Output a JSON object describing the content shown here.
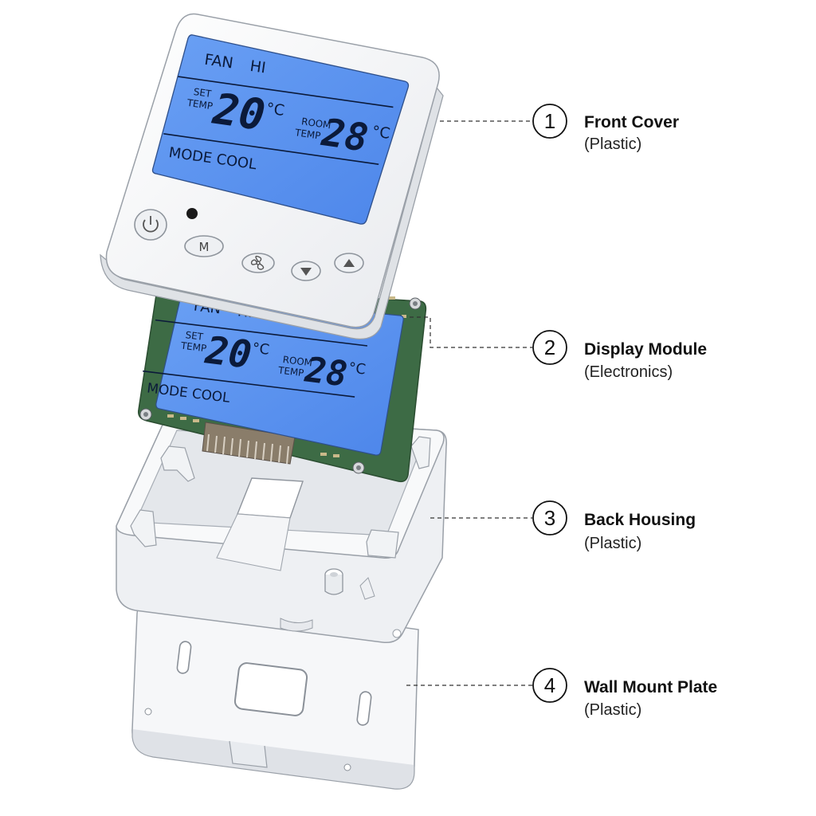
{
  "display": {
    "fan_label": "FAN",
    "fan_value": "HI",
    "set_label_1": "SET",
    "set_label_2": "TEMP",
    "set_value": "20",
    "room_label_1": "ROOM",
    "room_label_2": "TEMP",
    "room_value": "28",
    "degree_unit": "°C",
    "mode_label": "MODE COOL"
  },
  "buttons": {
    "mode_label": "M"
  },
  "callouts": [
    {
      "number": "1",
      "title": "Front Cover",
      "subtitle": "(Plastic)"
    },
    {
      "number": "2",
      "title": "Display Module",
      "subtitle": "(Electronics)"
    },
    {
      "number": "3",
      "title": "Back Housing",
      "subtitle": "(Plastic)"
    },
    {
      "number": "4",
      "title": "Wall Mount Plate",
      "subtitle": "(Plastic)"
    }
  ],
  "colors": {
    "lcd_blue": "#5b93f0",
    "pcb_green": "#3d6b45",
    "plastic": "#f4f5f7"
  }
}
